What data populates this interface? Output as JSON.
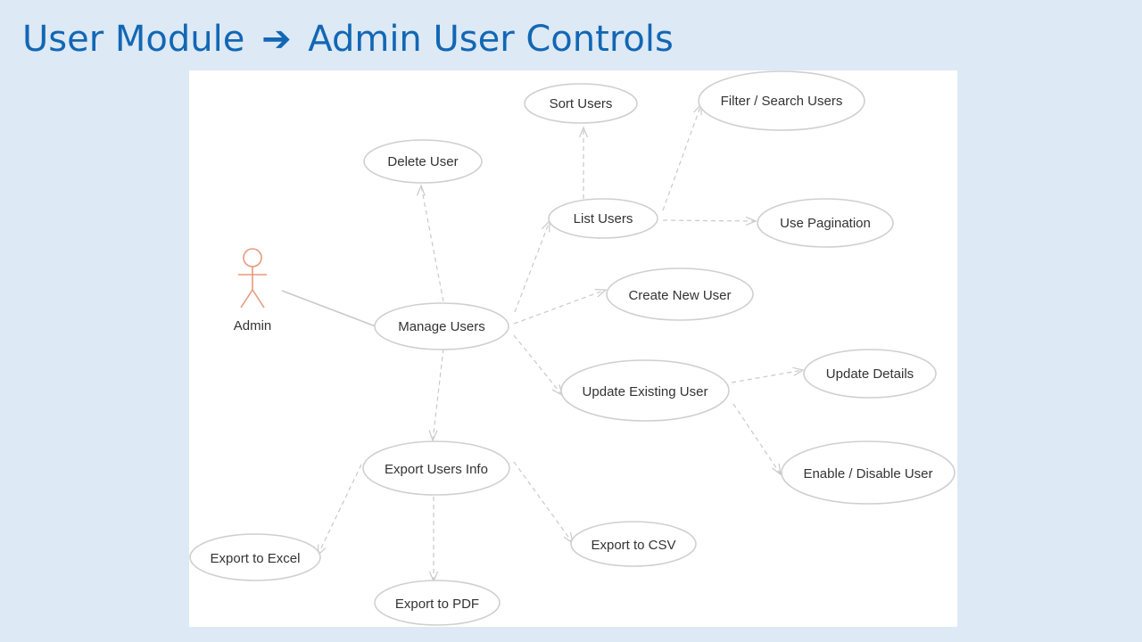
{
  "title": {
    "prefix": "User Module",
    "arrow": "➔",
    "suffix": "Admin User Controls"
  },
  "diagram": {
    "actor": {
      "name": "Admin"
    },
    "use_cases": {
      "manage_users": "Manage Users",
      "delete_user": "Delete User",
      "list_users": "List Users",
      "sort_users": "Sort Users",
      "filter_search_users": "Filter / Search Users",
      "use_pagination": "Use Pagination",
      "create_new_user": "Create New User",
      "update_existing_user": "Update Existing User",
      "update_details": "Update Details",
      "enable_disable_user": "Enable / Disable User",
      "export_users_info": "Export Users Info",
      "export_to_excel": "Export to Excel",
      "export_to_pdf": "Export to PDF",
      "export_to_csv": "Export to CSV"
    },
    "relationships": [
      {
        "from": "actor",
        "to": "manage_users",
        "style": "association"
      },
      {
        "from": "manage_users",
        "to": "delete_user",
        "style": "dashed-arrow"
      },
      {
        "from": "manage_users",
        "to": "list_users",
        "style": "dashed-arrow"
      },
      {
        "from": "manage_users",
        "to": "create_new_user",
        "style": "dashed-arrow"
      },
      {
        "from": "manage_users",
        "to": "update_existing_user",
        "style": "dashed-arrow"
      },
      {
        "from": "manage_users",
        "to": "export_users_info",
        "style": "dashed-arrow"
      },
      {
        "from": "list_users",
        "to": "sort_users",
        "style": "dashed-arrow"
      },
      {
        "from": "list_users",
        "to": "filter_search_users",
        "style": "dashed-arrow"
      },
      {
        "from": "list_users",
        "to": "use_pagination",
        "style": "dashed-arrow"
      },
      {
        "from": "update_existing_user",
        "to": "update_details",
        "style": "dashed-arrow"
      },
      {
        "from": "update_existing_user",
        "to": "enable_disable_user",
        "style": "dashed-arrow"
      },
      {
        "from": "export_users_info",
        "to": "export_to_excel",
        "style": "dashed-arrow"
      },
      {
        "from": "export_users_info",
        "to": "export_to_pdf",
        "style": "dashed-arrow"
      },
      {
        "from": "export_users_info",
        "to": "export_to_csv",
        "style": "dashed-arrow"
      }
    ]
  },
  "colors": {
    "background": "#dde9f5",
    "title": "#1267b4",
    "actor": "#e69a7c",
    "ellipse_stroke": "#cfcfcf",
    "connector": "#c9c9c9",
    "label": "#333333"
  }
}
